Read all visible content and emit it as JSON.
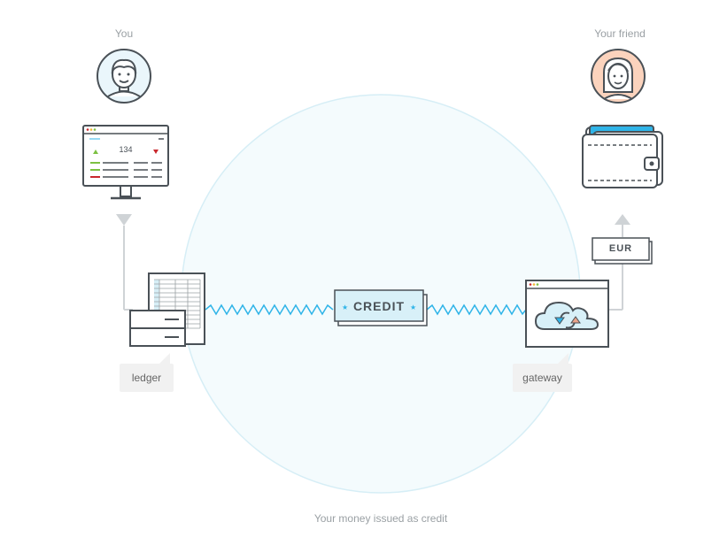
{
  "you": {
    "label": "You"
  },
  "friend": {
    "label": "Your friend"
  },
  "monitor": {
    "value": "134"
  },
  "nodes": {
    "ledger": "ledger",
    "gateway": "gateway"
  },
  "credit": {
    "label": "CREDIT"
  },
  "currency": {
    "label": "EUR"
  },
  "footer": {
    "caption": "Your money issued as credit"
  },
  "colors": {
    "outline": "#4a5157",
    "accent_blue": "#2fb4e8",
    "circle_fill": "#f4fbfd",
    "circle_stroke": "#d6eef6",
    "connector": "#cfd3d6",
    "friend_skin": "#fbd3bd",
    "up_green": "#7cc142",
    "down_red": "#c9282d"
  }
}
